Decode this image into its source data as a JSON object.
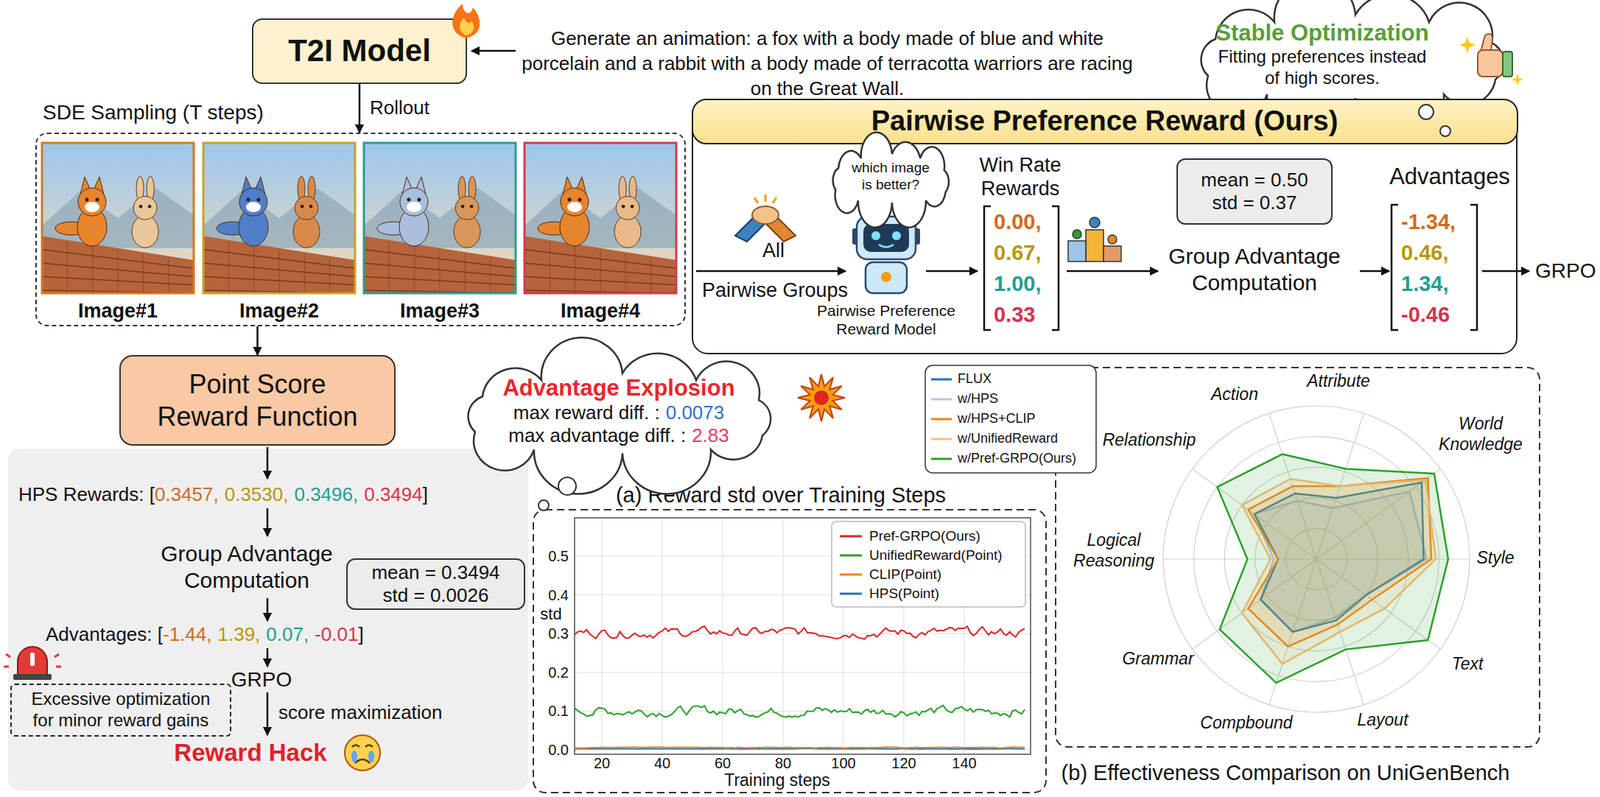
{
  "diagram": {
    "nodes": [
      {
        "text": [
          "T2I Model"
        ]
      },
      {
        "text": [
          "Stable Optimization",
          "Fitting preferences instead of high scores."
        ]
      },
      {
        "text": [
          "SDE Sampling (T steps)"
        ]
      },
      {
        "text": [
          "Pairwise Preference Reward (Ours)"
        ]
      },
      {
        "text": [
          "which image is better?"
        ],
        "in": 3
      },
      {
        "text": [
          "mean = 0.50",
          "std = 0.37"
        ],
        "in": 3
      },
      {
        "text": [
          "Point Score Reward Function"
        ]
      },
      {
        "text": [
          "Advantage Explosion",
          "max reward diff. :",
          "0.0073",
          "max advantage diff. :",
          "2.83"
        ]
      },
      {
        "text": [
          "mean = 0.3494",
          "std = 0.0026"
        ]
      },
      {
        "text": [
          "Excessive optimization for minor reward gains"
        ]
      }
    ],
    "edges": [
      {
        "from": 0,
        "to": 2,
        "label": "Rollout",
        "arrow": "to"
      },
      {
        "from": 2,
        "to": 6,
        "arrow": "to"
      }
    ],
    "labels": [
      "Generate an animation: a fox with a body made of blue and white porcelain and a rabbit with a body made of terracotta warriors are racing on the Great Wall.",
      "Image#1",
      "Image#2",
      "Image#3",
      "Image#4",
      "All",
      "Pairwise Groups",
      "Pairwise Preference Reward Model",
      "Win Rate Rewards",
      "0.00,",
      "0.67,",
      "1.00,",
      "0.33",
      "Group Advantage Computation",
      "Advantages",
      "-1.34,",
      "0.46,",
      "1.34,",
      "-0.46",
      "GRPO",
      "HPS Rewards: [",
      "0.3457,",
      "0.3530,",
      "0.3496,",
      "0.3494",
      "]",
      "Group Advantage Computation",
      "Advantages: [",
      "-1.44,",
      "1.39,",
      "0.07,",
      "-0.01",
      "]",
      "GRPO",
      "score maximization",
      "Reward Hack",
      "(a) Reward std over Training Steps",
      "std",
      "0.5",
      "0.4",
      "0.3",
      "0.2",
      "0.1",
      "0.0",
      "20",
      "40",
      "60",
      "80",
      "100",
      "120",
      "140",
      "Training steps",
      "(b) Effectiveness Comparison on UniGenBench",
      "Action",
      "Attribute",
      "World Knowledge",
      "Style",
      "Text",
      "Layout",
      "Compbound",
      "Grammar",
      "Logical Reasoning",
      "Relationship"
    ],
    "legend": [
      {
        "text": "Pref-GRPO(Ours)"
      },
      {
        "text": "UnifiedReward(Point)"
      },
      {
        "text": "CLIP(Point)"
      },
      {
        "text": "HPS(Point)"
      },
      {
        "text": "FLUX"
      },
      {
        "text": "w/HPS"
      },
      {
        "text": "w/HPS+CLIP"
      },
      {
        "text": "w/UnifiedReward"
      },
      {
        "text": "w/Pref-GRPO(Ours)"
      }
    ]
  }
}
